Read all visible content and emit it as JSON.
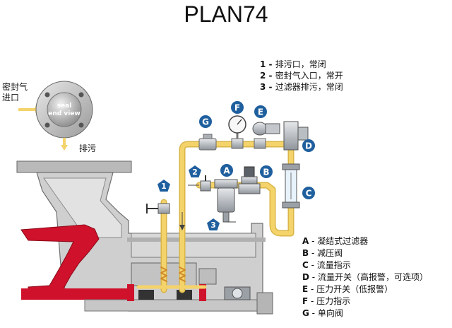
{
  "title": "PLAN74",
  "top_notes": [
    {
      "num": "1",
      "text": "排污口，常闭"
    },
    {
      "num": "2",
      "text": "密封气入口，常开"
    },
    {
      "num": "3",
      "text": "过滤器排污，常闭"
    }
  ],
  "left_labels": {
    "gas_inlet_line1": "密封气",
    "gas_inlet_line2": "进口",
    "drain": "排污",
    "seal_view_line1": "seal",
    "seal_view_line2": "end view"
  },
  "markers": {
    "G": "G",
    "F": "F",
    "E": "E",
    "D": "D",
    "C": "C",
    "B": "B",
    "A": "A",
    "n1": "1",
    "n2": "2",
    "n3": "3"
  },
  "legend": [
    {
      "key": "A",
      "text": "凝结式过滤器"
    },
    {
      "key": "B",
      "text": "减压阀"
    },
    {
      "key": "C",
      "text": "流量指示"
    },
    {
      "key": "D",
      "text": "流量开关（高报警，可选项）"
    },
    {
      "key": "E",
      "text": "压力开关（低报警）"
    },
    {
      "key": "F",
      "text": "压力指示"
    },
    {
      "key": "G",
      "text": "单向阀"
    }
  ],
  "colors": {
    "pipe": "#f4d36b",
    "pipe_edge": "#d9b648",
    "marker": "#1f5f9e",
    "casing": "#c9c9c9",
    "casing_dark": "#8a8a8a",
    "red": "#d0112b",
    "valve": "#b8bcc2"
  }
}
